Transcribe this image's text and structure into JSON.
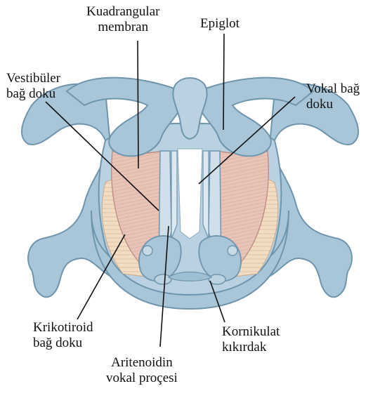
{
  "labels": {
    "kuadrangular": {
      "line1": "Kuadrangular",
      "line2": "membran"
    },
    "epiglot": {
      "line1": "Epiglot"
    },
    "vestibuler": {
      "line1": "Vestibüler",
      "line2": "bağ doku"
    },
    "vokal": {
      "line1": "Vokal bağ",
      "line2": "doku"
    },
    "krikotiroid": {
      "line1": "Krikotiroid",
      "line2": "bağ doku"
    },
    "kornikulat": {
      "line1": "Kornikulat",
      "line2": "kıkırdak"
    },
    "aritenoidin": {
      "line1": "Aritenoidin",
      "line2": "vokal proçesi"
    }
  },
  "colors": {
    "cartilage": "#a9c6d8",
    "cartilage_dark": "#6f95ad",
    "cartilage_light": "#d4e4ee",
    "muscle": "#e6bdb2",
    "muscle_line": "#c98f84",
    "ligament_pale": "#ecd9c2",
    "leader": "#111111"
  }
}
